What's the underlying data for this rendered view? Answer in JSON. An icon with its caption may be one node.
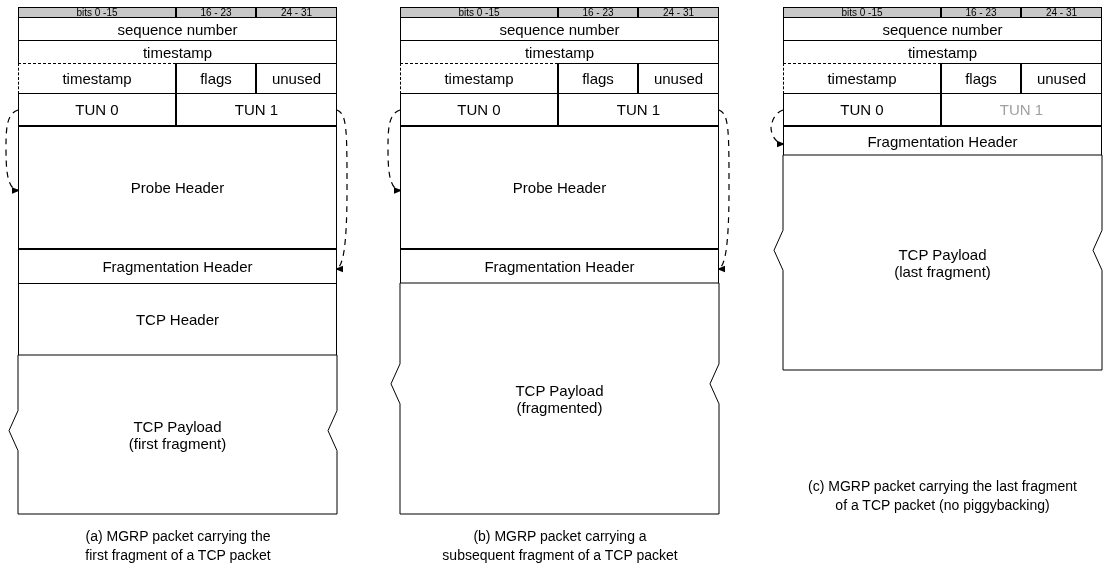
{
  "diagram": {
    "nodes": [
      {
        "text": [
          "bits 0 -15"
        ]
      },
      {
        "text": [
          "16 - 23"
        ]
      },
      {
        "text": [
          "24 - 31"
        ]
      },
      {
        "text": [
          "sequence number"
        ]
      },
      {
        "text": [
          "timestamp"
        ]
      },
      {
        "text": [
          "timestamp"
        ]
      },
      {
        "text": [
          "flags"
        ]
      },
      {
        "text": [
          "unused"
        ]
      },
      {
        "text": [
          "TUN 0"
        ]
      },
      {
        "text": [
          "TUN 1"
        ]
      },
      {
        "text": [
          "Probe Header"
        ]
      },
      {
        "text": [
          "Fragmentation Header"
        ]
      },
      {
        "text": [
          "TCP Header"
        ]
      },
      {
        "text": [
          "TCP Payload",
          "(first fragment)"
        ]
      },
      {
        "text": [
          "bits 0 -15"
        ]
      },
      {
        "text": [
          "16 - 23"
        ]
      },
      {
        "text": [
          "24 - 31"
        ]
      },
      {
        "text": [
          "sequence number"
        ]
      },
      {
        "text": [
          "timestamp"
        ]
      },
      {
        "text": [
          "timestamp"
        ]
      },
      {
        "text": [
          "flags"
        ]
      },
      {
        "text": [
          "unused"
        ]
      },
      {
        "text": [
          "TUN 0"
        ]
      },
      {
        "text": [
          "TUN 1"
        ]
      },
      {
        "text": [
          "Probe Header"
        ]
      },
      {
        "text": [
          "Fragmentation Header"
        ]
      },
      {
        "text": [
          "TCP Payload",
          "(fragmented)"
        ]
      },
      {
        "text": [
          "bits 0 -15"
        ]
      },
      {
        "text": [
          "16 - 23"
        ]
      },
      {
        "text": [
          "24 - 31"
        ]
      },
      {
        "text": [
          "sequence number"
        ]
      },
      {
        "text": [
          "timestamp"
        ]
      },
      {
        "text": [
          "timestamp"
        ]
      },
      {
        "text": [
          "flags"
        ]
      },
      {
        "text": [
          "unused"
        ]
      },
      {
        "text": [
          "TUN 0"
        ]
      },
      {
        "text": [
          "TUN 1"
        ]
      },
      {
        "text": [
          "Fragmentation Header"
        ]
      },
      {
        "text": [
          "TCP Payload",
          "(last fragment)"
        ]
      }
    ],
    "edges": [
      {
        "from": 8,
        "to": 10,
        "arrow": "to",
        "style": "dashed"
      },
      {
        "from": 9,
        "to": 11,
        "arrow": "to",
        "style": "dashed"
      },
      {
        "from": 22,
        "to": 24,
        "arrow": "to",
        "style": "dashed"
      },
      {
        "from": 23,
        "to": 25,
        "arrow": "to",
        "style": "dashed"
      },
      {
        "from": 35,
        "to": 37,
        "arrow": "to",
        "style": "dashed"
      }
    ],
    "labels": [
      "(a) MGRP packet carrying the first fragment of a TCP packet",
      "(b) MGRP packet carrying a subsequent fragment of a TCP packet",
      "(c) MGRP packet carrying the last fragment of a TCP packet (no piggybacking)"
    ]
  }
}
